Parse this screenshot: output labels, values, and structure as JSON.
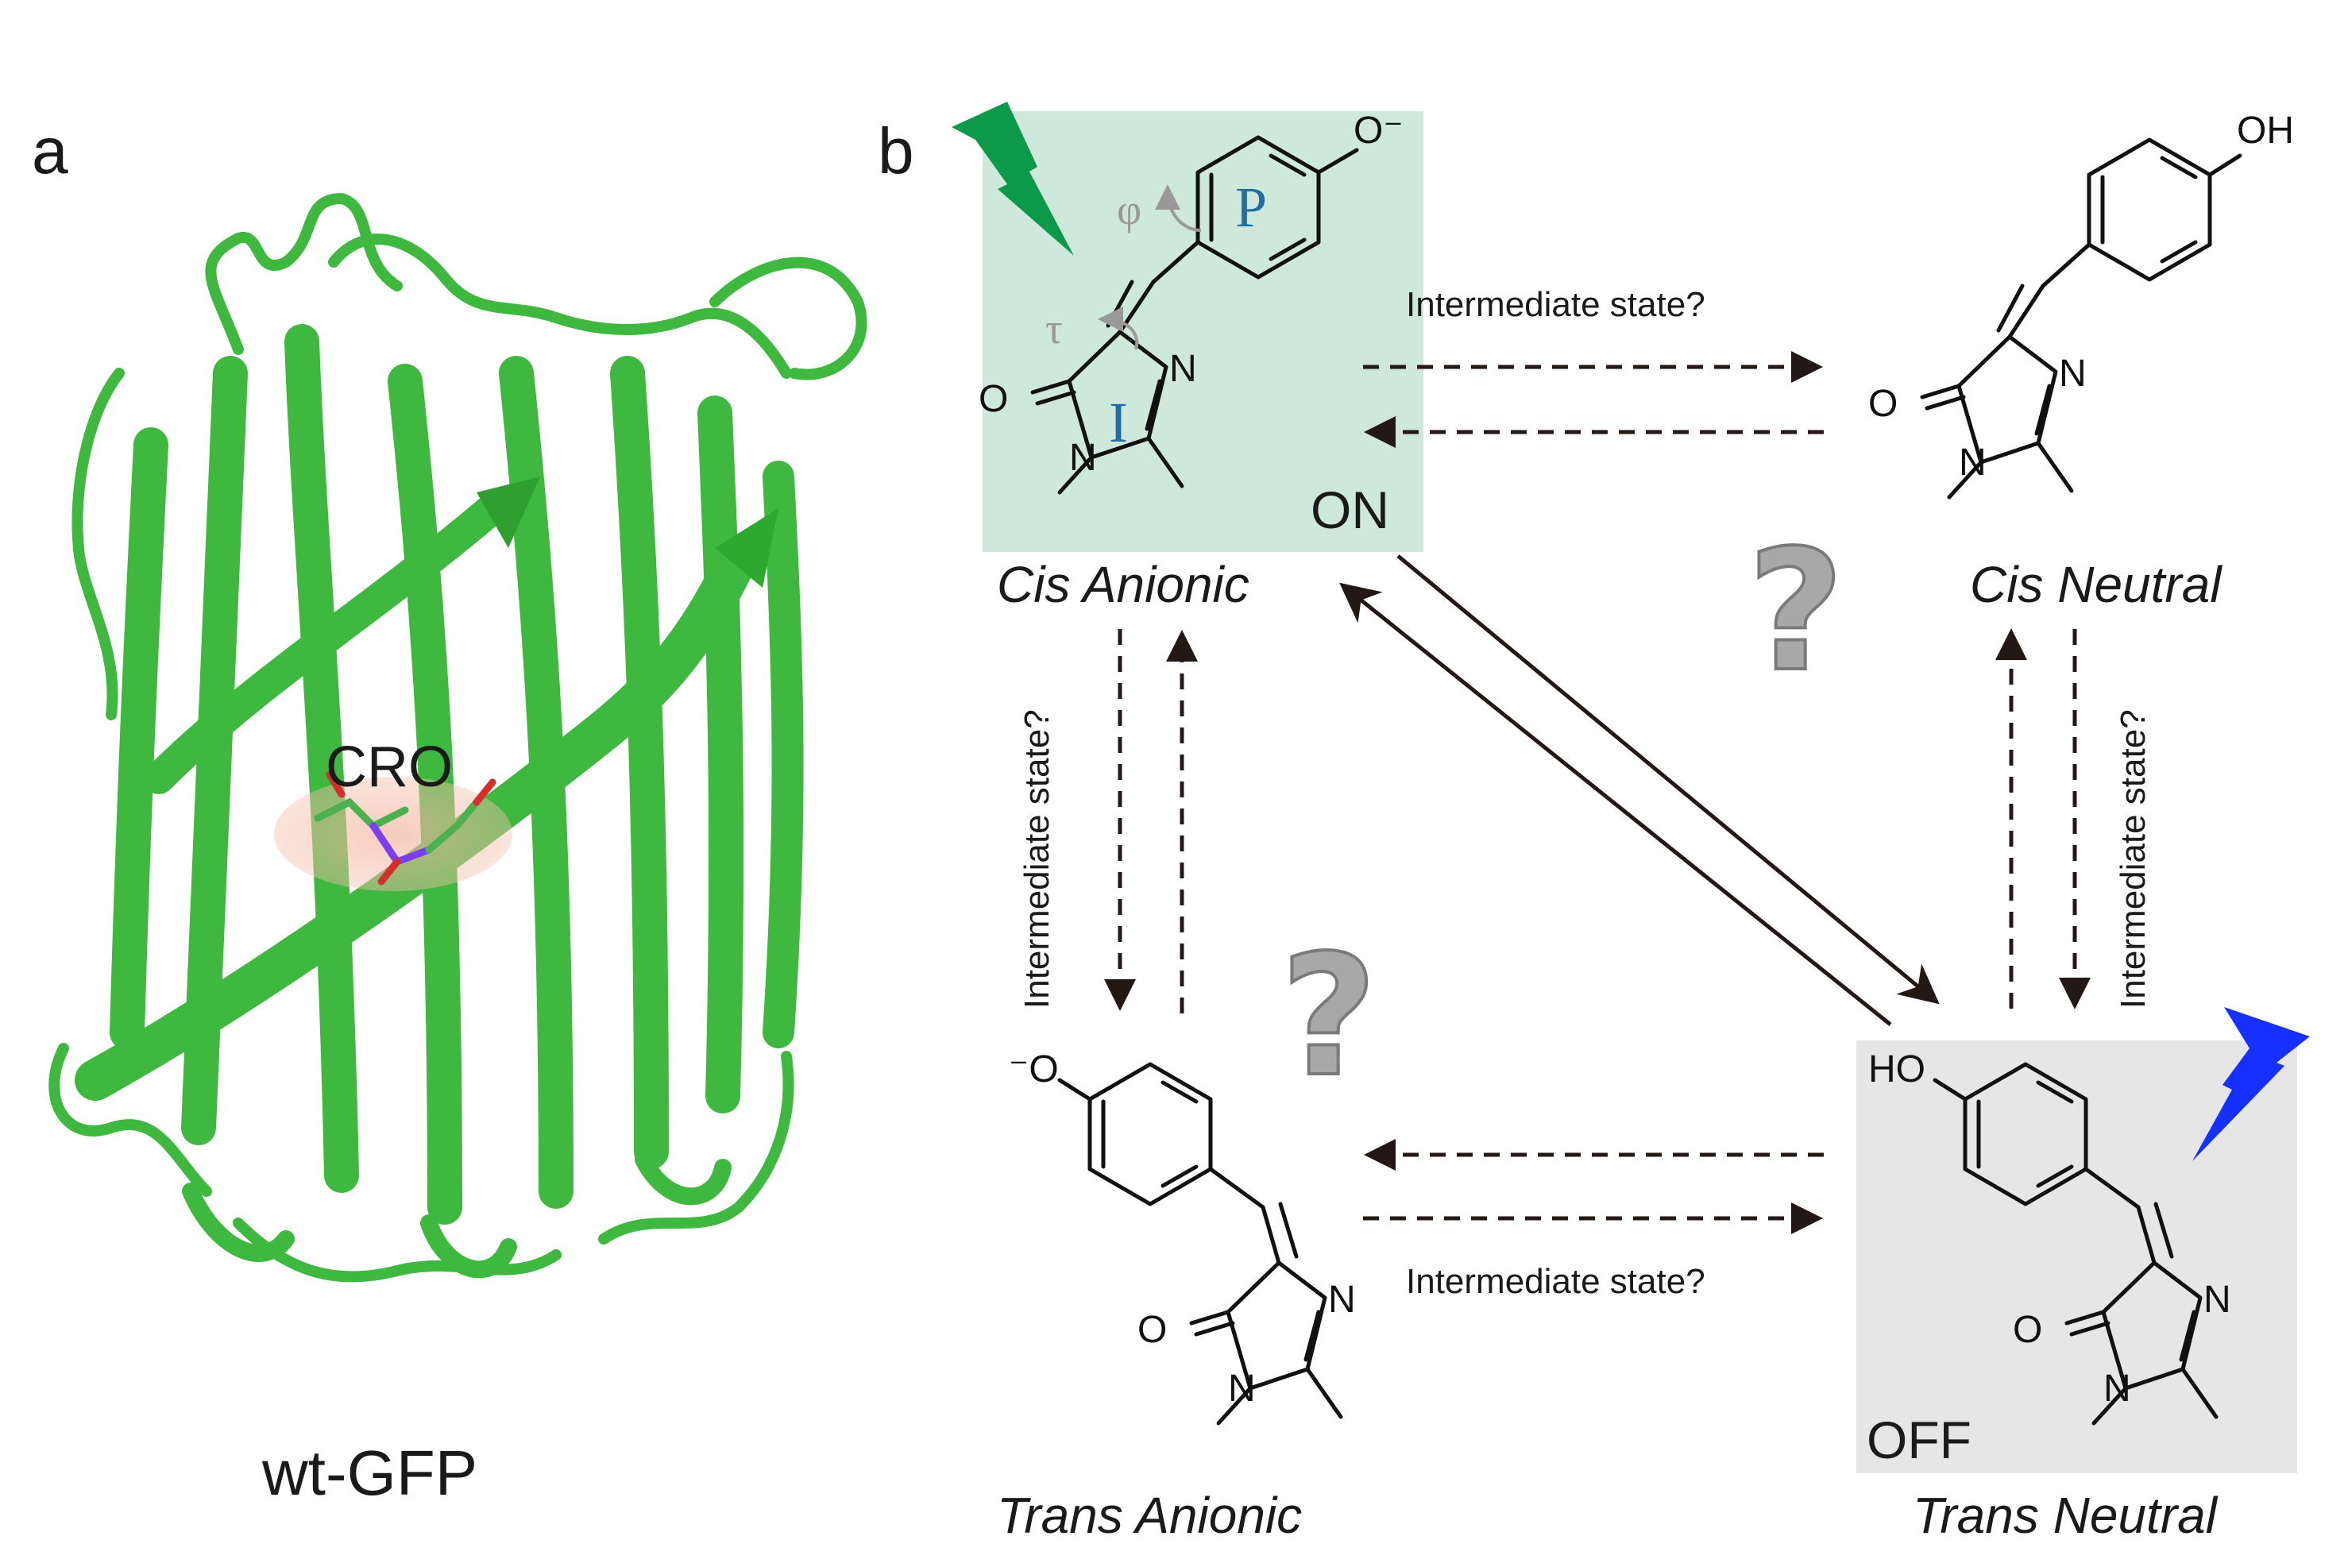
{
  "panel_a": {
    "letter": "a",
    "chromophore_label": "CRO",
    "protein_label": "wt-GFP"
  },
  "panel_b": {
    "letter": "b",
    "states": {
      "cis_anionic": "Cis Anionic",
      "cis_neutral": "Cis Neutral",
      "trans_anionic": "Trans Anionic",
      "trans_neutral": "Trans Neutral"
    },
    "on_label": "ON",
    "off_label": "OFF",
    "intermediate_label": "Intermediate state?",
    "unknown_mark": "?",
    "ring_labels": {
      "phenol": "P",
      "imidazolinone": "I"
    },
    "torsions": {
      "phi": "φ",
      "tau": "τ"
    },
    "atoms": {
      "O": "O",
      "N": "N",
      "OH": "OH",
      "HO": "HO",
      "O_minus": "O⁻",
      "minus_O": "⁻O"
    }
  },
  "colors": {
    "on_box": "#cfe8dc",
    "off_box": "#e6e6e6",
    "green_bolt": "#0c9a4a",
    "blue_bolt": "#1530ff",
    "protein": "#3fb83f",
    "question": "#a8a8a8"
  }
}
